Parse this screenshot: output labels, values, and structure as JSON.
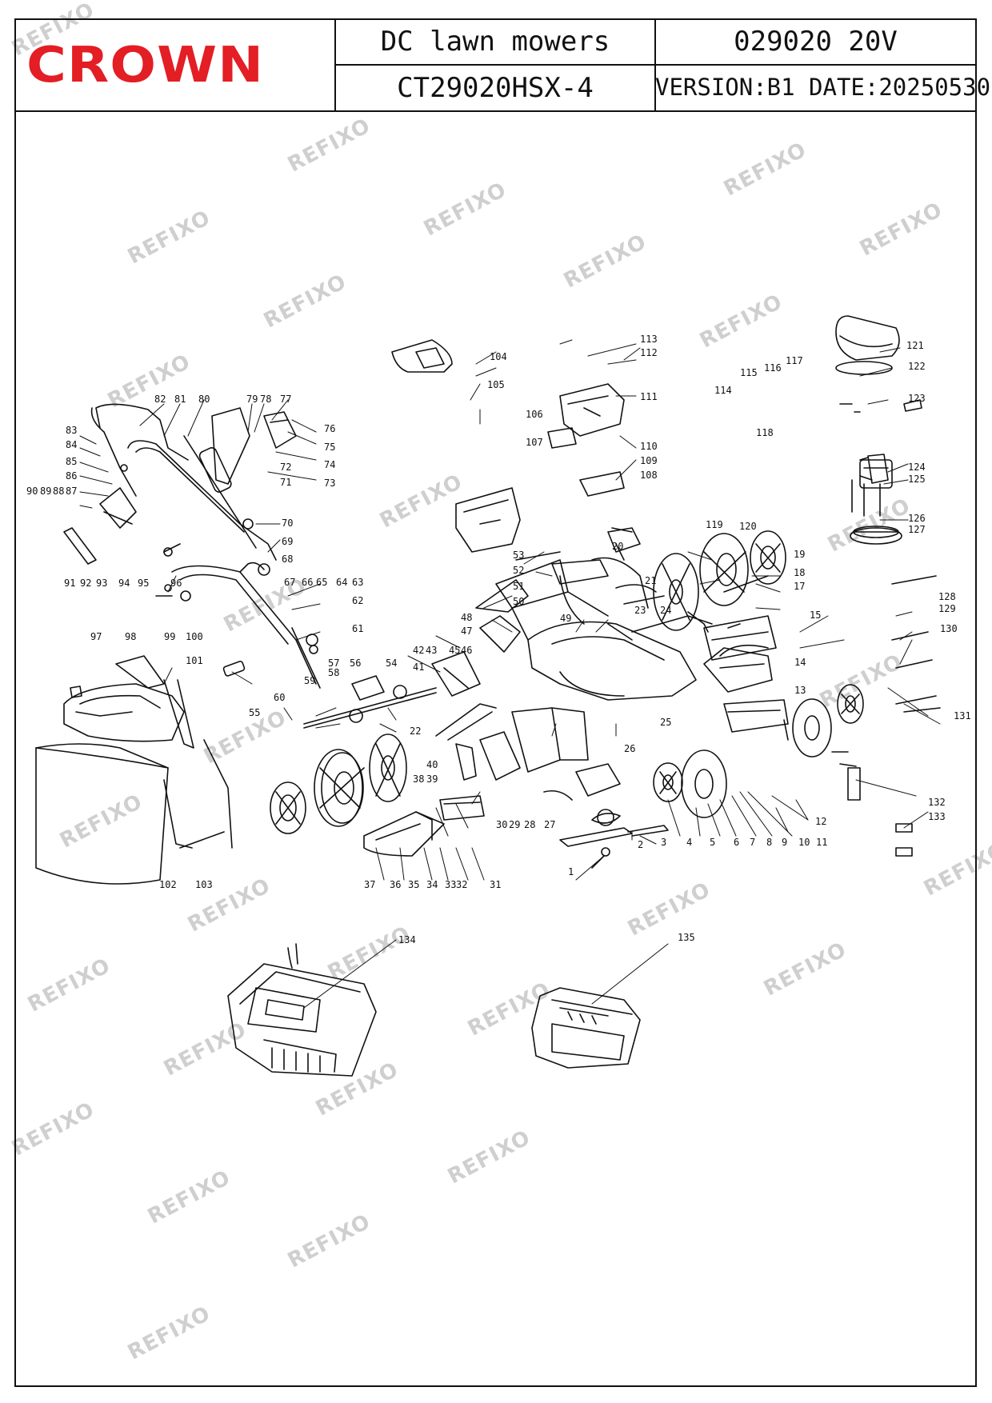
{
  "header": {
    "brand": "CROWN",
    "product_type": "DC lawn mowers",
    "product_code": "029020 20V",
    "model": "CT29020HSX-4",
    "version_date": "VERSION:B1 DATE:20250530"
  },
  "brand_color": "#e31e24",
  "watermark": "REFIXO",
  "part_numbers": [
    "1",
    "2",
    "3",
    "4",
    "5",
    "6",
    "7",
    "8",
    "9",
    "10",
    "11",
    "12",
    "13",
    "14",
    "15",
    "17",
    "18",
    "19",
    "20",
    "21",
    "22",
    "23",
    "24",
    "25",
    "26",
    "27",
    "28",
    "29",
    "30",
    "31",
    "32",
    "33",
    "34",
    "35",
    "36",
    "37",
    "38",
    "39",
    "40",
    "41",
    "42",
    "43",
    "45",
    "46",
    "47",
    "48",
    "49",
    "50",
    "51",
    "52",
    "53",
    "54",
    "55",
    "56",
    "57",
    "58",
    "59",
    "60",
    "61",
    "62",
    "63",
    "64",
    "65",
    "66",
    "67",
    "68",
    "69",
    "70",
    "71",
    "72",
    "73",
    "74",
    "75",
    "76",
    "77",
    "78",
    "79",
    "80",
    "81",
    "82",
    "83",
    "84",
    "85",
    "86",
    "87",
    "88",
    "89",
    "90",
    "91",
    "92",
    "93",
    "94",
    "95",
    "96",
    "97",
    "98",
    "99",
    "100",
    "101",
    "102",
    "103",
    "104",
    "105",
    "106",
    "107",
    "108",
    "109",
    "110",
    "111",
    "112",
    "113",
    "114",
    "115",
    "116",
    "117",
    "118",
    "119",
    "120",
    "121",
    "122",
    "123",
    "124",
    "125",
    "126",
    "127",
    "128",
    "129",
    "130",
    "131",
    "132",
    "133",
    "134",
    "135"
  ]
}
